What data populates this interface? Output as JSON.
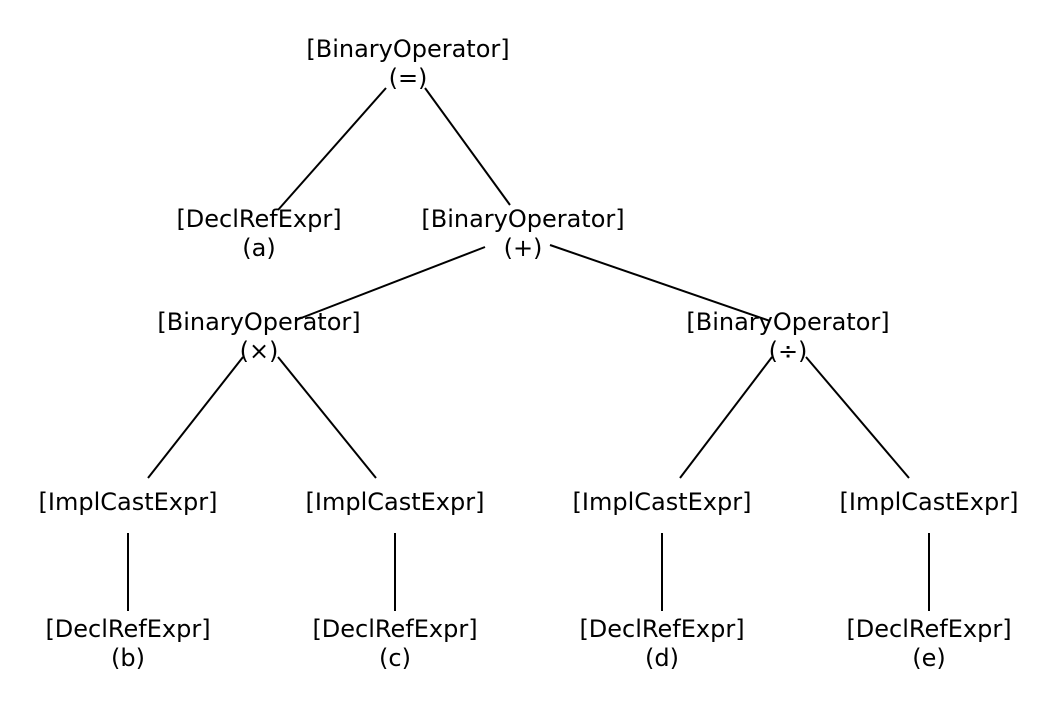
{
  "nodes": {
    "root": {
      "type": "[BinaryOperator]",
      "value": "(=)"
    },
    "a": {
      "type": "[DeclRefExpr]",
      "value": "(a)"
    },
    "plus": {
      "type": "[BinaryOperator]",
      "value": "(+)"
    },
    "mul": {
      "type": "[BinaryOperator]",
      "value": "(×)"
    },
    "div": {
      "type": "[BinaryOperator]",
      "value": "(÷)"
    },
    "cast_b": {
      "type": "[ImplCastExpr]"
    },
    "cast_c": {
      "type": "[ImplCastExpr]"
    },
    "cast_d": {
      "type": "[ImplCastExpr]"
    },
    "cast_e": {
      "type": "[ImplCastExpr]"
    },
    "b": {
      "type": "[DeclRefExpr]",
      "value": "(b)"
    },
    "c": {
      "type": "[DeclRefExpr]",
      "value": "(c)"
    },
    "d": {
      "type": "[DeclRefExpr]",
      "value": "(d)"
    },
    "e": {
      "type": "[DeclRefExpr]",
      "value": "(e)"
    }
  },
  "edges": [
    [
      "root",
      "a"
    ],
    [
      "root",
      "plus"
    ],
    [
      "plus",
      "mul"
    ],
    [
      "plus",
      "div"
    ],
    [
      "mul",
      "cast_b"
    ],
    [
      "mul",
      "cast_c"
    ],
    [
      "div",
      "cast_d"
    ],
    [
      "div",
      "cast_e"
    ],
    [
      "cast_b",
      "b"
    ],
    [
      "cast_c",
      "c"
    ],
    [
      "cast_d",
      "d"
    ],
    [
      "cast_e",
      "e"
    ]
  ]
}
